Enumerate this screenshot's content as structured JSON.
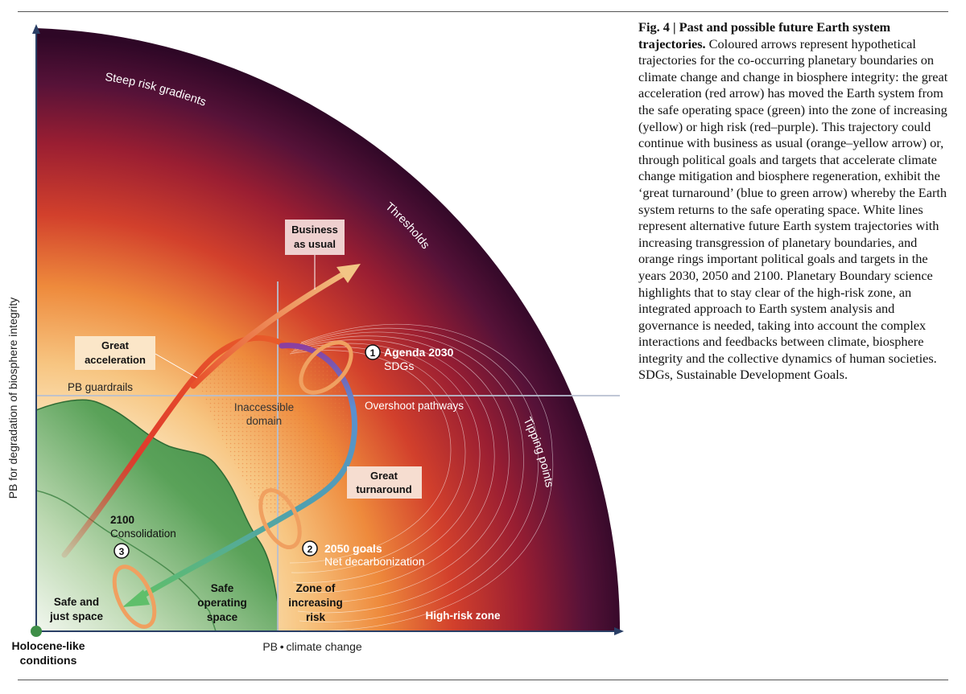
{
  "axes": {
    "y_label": "PB for degradation of biosphere integrity",
    "x_label": "PB • climate change",
    "origin_label_line1": "Holocene-like",
    "origin_label_line2": "conditions"
  },
  "arcs": {
    "steep": "Steep risk gradients",
    "thresholds": "Thresholds",
    "tipping": "Tipping points"
  },
  "boxes": {
    "business_line1": "Business",
    "business_line2": "as usual",
    "great_acc_line1": "Great",
    "great_acc_line2": "acceleration",
    "great_turn_line1": "Great",
    "great_turn_line2": "turnaround"
  },
  "labels": {
    "pb_guardrails": "PB guardrails",
    "inaccessible_line1": "Inaccessible",
    "inaccessible_line2": "domain",
    "overshoot": "Overshoot pathways",
    "agenda_title": "Agenda 2030",
    "agenda_sub": "SDGs",
    "agenda_num": "1",
    "goals_title": "2050 goals",
    "goals_sub": "Net decarbonization",
    "goals_num": "2",
    "y2100_title": "2100",
    "y2100_sub": "Consolidation",
    "y2100_num": "3"
  },
  "zones": {
    "safe_just_line1": "Safe and",
    "safe_just_line2": "just space",
    "safe_op_line1": "Safe",
    "safe_op_line2": "operating",
    "safe_op_line3": "space",
    "increasing_line1": "Zone of",
    "increasing_line2": "increasing",
    "increasing_line3": "risk",
    "high_risk": "High-risk zone"
  },
  "caption": {
    "fig_label": "Fig. 4 | ",
    "fig_title": "Past and possible future Earth system trajectories.",
    "body": " Coloured arrows represent hypothetical trajectories for the co-occurring planetary boundaries on climate change and change in biosphere integrity: the great acceleration (red arrow) has moved the Earth system from the safe operating space (green) into the zone of increasing (yellow) or high risk (red–purple). This trajectory could continue with business as usual (orange–yellow arrow) or, through political goals and targets that accelerate climate change mitigation and biosphere regeneration, exhibit the ‘great turnaround’ (blue to green arrow) whereby the Earth system returns to the safe operating space. White lines represent alternative future Earth system trajectories with increasing transgression of planetary boundaries, and orange rings important political goals and targets in the years 2030, 2050 and 2100. Planetary Boundary science highlights that to stay clear of the high-risk zone, an integrated approach to Earth system analysis and governance is needed, taking into account the complex interactions and feedbacks between climate, biosphere integrity and the collective dynamics of human societies. SDGs, Sustainable Development Goals."
  },
  "colors": {
    "safe_green": "#3f8f48",
    "risk_yellow": "#f5c98a",
    "high_risk_red": "#c4282c",
    "outer_purple": "#2e0726",
    "great_acceleration_arrow": "#e03a2c",
    "business_arrow": "#f0a060",
    "turnaround_blue": "#5a8fd0",
    "ring_orange": "#f0a060"
  }
}
